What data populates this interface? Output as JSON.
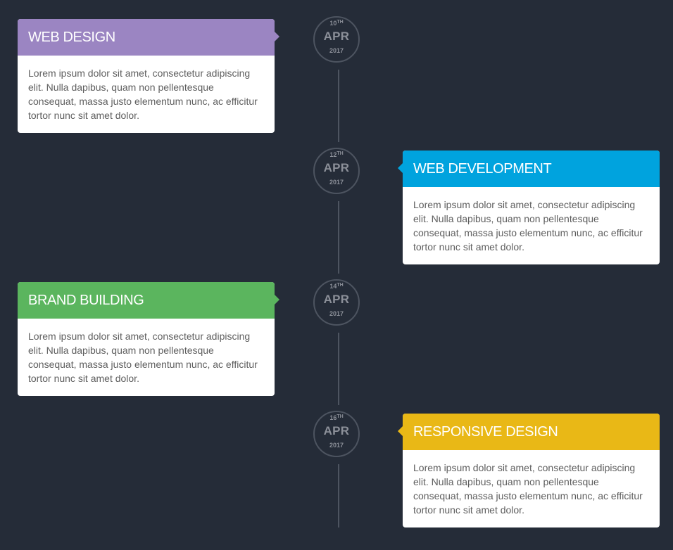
{
  "timeline": {
    "events": [
      {
        "title": "WEB DESIGN",
        "color": "#9b85c2",
        "side": "left",
        "day": "10",
        "day_suffix": "TH",
        "month": "APR",
        "year": "2017",
        "body": "Lorem ipsum dolor sit amet, consectetur adipiscing elit. Nulla dapibus, quam non pellentesque consequat, massa justo elementum nunc, ac efficitur tortor nunc sit amet dolor."
      },
      {
        "title": "WEB DEVELOPMENT",
        "color": "#00a3de",
        "side": "right",
        "day": "12",
        "day_suffix": "TH",
        "month": "APR",
        "year": "2017",
        "body": "Lorem ipsum dolor sit amet, consectetur adipiscing elit. Nulla dapibus, quam non pellentesque consequat, massa justo elementum nunc, ac efficitur tortor nunc sit amet dolor."
      },
      {
        "title": "BRAND BUILDING",
        "color": "#5bb55e",
        "side": "left",
        "day": "14",
        "day_suffix": "TH",
        "month": "APR",
        "year": "2017",
        "body": "Lorem ipsum dolor sit amet, consectetur adipiscing elit. Nulla dapibus, quam non pellentesque consequat, massa justo elementum nunc, ac efficitur tortor nunc sit amet dolor."
      },
      {
        "title": "RESPONSIVE DESIGN",
        "color": "#e9b816",
        "side": "right",
        "day": "16",
        "day_suffix": "TH",
        "month": "APR",
        "year": "2017",
        "body": "Lorem ipsum dolor sit amet, consectetur adipiscing elit. Nulla dapibus, quam non pellentesque consequat, massa justo elementum nunc, ac efficitur tortor nunc sit amet dolor."
      }
    ]
  }
}
